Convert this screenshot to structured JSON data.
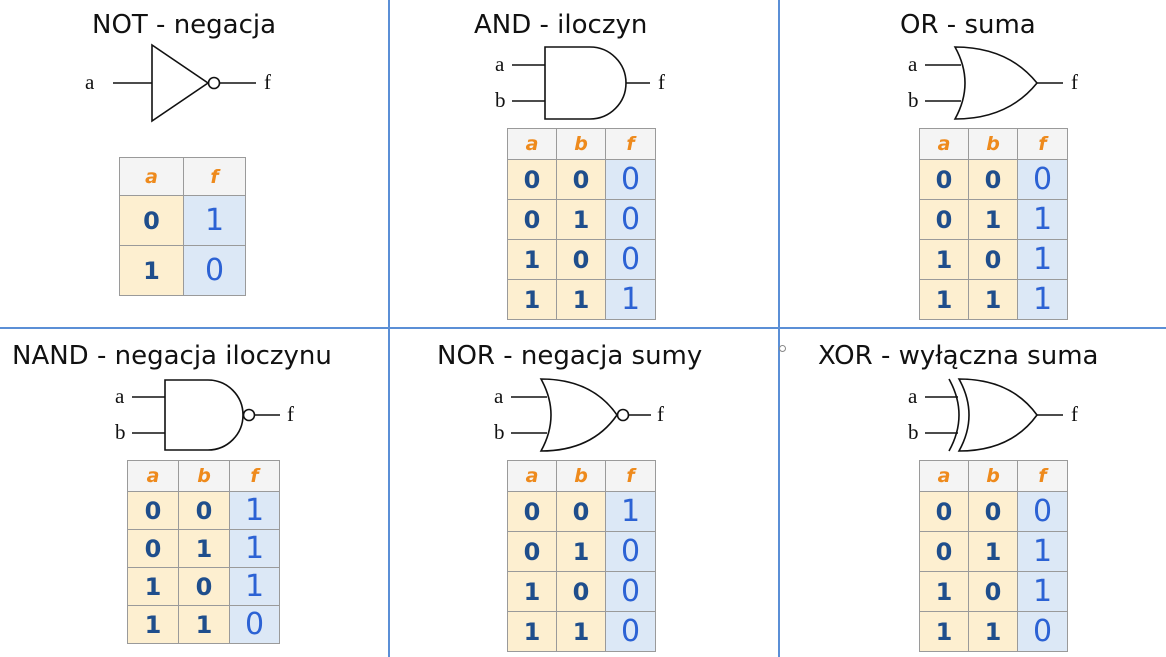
{
  "gates": [
    {
      "id": "not",
      "title": "NOT - negacja",
      "labels": {
        "a": "a",
        "f": "f"
      },
      "headers": [
        "a",
        "f"
      ],
      "rows": [
        [
          "0",
          "1"
        ],
        [
          "1",
          "0"
        ]
      ]
    },
    {
      "id": "and",
      "title": "AND - iloczyn",
      "labels": {
        "a": "a",
        "b": "b",
        "f": "f"
      },
      "headers": [
        "a",
        "b",
        "f"
      ],
      "rows": [
        [
          "0",
          "0",
          "0"
        ],
        [
          "0",
          "1",
          "0"
        ],
        [
          "1",
          "0",
          "0"
        ],
        [
          "1",
          "1",
          "1"
        ]
      ]
    },
    {
      "id": "or",
      "title": "OR - suma",
      "labels": {
        "a": "a",
        "b": "b",
        "f": "f"
      },
      "headers": [
        "a",
        "b",
        "f"
      ],
      "rows": [
        [
          "0",
          "0",
          "0"
        ],
        [
          "0",
          "1",
          "1"
        ],
        [
          "1",
          "0",
          "1"
        ],
        [
          "1",
          "1",
          "1"
        ]
      ]
    },
    {
      "id": "nand",
      "title": "NAND - negacja iloczynu",
      "labels": {
        "a": "a",
        "b": "b",
        "f": "f"
      },
      "headers": [
        "a",
        "b",
        "f"
      ],
      "rows": [
        [
          "0",
          "0",
          "1"
        ],
        [
          "0",
          "1",
          "1"
        ],
        [
          "1",
          "0",
          "1"
        ],
        [
          "1",
          "1",
          "0"
        ]
      ]
    },
    {
      "id": "nor",
      "title": "NOR - negacja sumy",
      "labels": {
        "a": "a",
        "b": "b",
        "f": "f"
      },
      "headers": [
        "a",
        "b",
        "f"
      ],
      "rows": [
        [
          "0",
          "0",
          "1"
        ],
        [
          "0",
          "1",
          "0"
        ],
        [
          "1",
          "0",
          "0"
        ],
        [
          "1",
          "1",
          "0"
        ]
      ]
    },
    {
      "id": "xor",
      "title": "XOR - wyłączna suma",
      "labels": {
        "a": "a",
        "b": "b",
        "f": "f"
      },
      "headers": [
        "a",
        "b",
        "f"
      ],
      "rows": [
        [
          "0",
          "0",
          "0"
        ],
        [
          "0",
          "1",
          "1"
        ],
        [
          "1",
          "0",
          "1"
        ],
        [
          "1",
          "1",
          "0"
        ]
      ]
    }
  ],
  "colors": {
    "grid_line": "#5b8fd6",
    "header_text": "#ee8a1c",
    "input_bg": "#fdefd0",
    "input_text": "#1f4e8c",
    "output_bg": "#dce8f6",
    "output_text": "#2c62d4"
  }
}
